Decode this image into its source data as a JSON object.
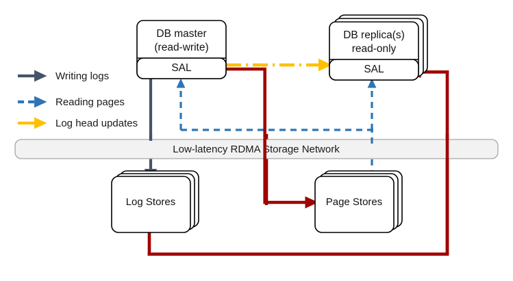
{
  "diagram": {
    "title": "Low-latency RDMA Storage Network architecture",
    "background": "#ffffff"
  },
  "colors": {
    "writing_logs": "#44546A",
    "reading_pages": "#2E75B6",
    "log_head_updates": "#FFC000",
    "page_flow": "#A00000",
    "box_border": "#000000",
    "box_fill": "#ffffff",
    "network_fill": "#F2F2F2",
    "network_border": "#A6A6A6",
    "text": "#1a1a1a"
  },
  "legend": {
    "name": "legend",
    "items": [
      {
        "label": "Writing logs",
        "color": "#44546A",
        "style": "solid",
        "icon": "arrow-right-icon"
      },
      {
        "label": "Reading pages",
        "color": "#2E75B6",
        "style": "dashed",
        "icon": "arrow-right-icon"
      },
      {
        "label": "Log head updates",
        "color": "#FFC000",
        "style": "solid",
        "icon": "arrow-right-icon"
      }
    ]
  },
  "nodes": {
    "db_master": {
      "line1": "DB master",
      "line2": "(read-write)",
      "sal_label": "SAL",
      "stacked": false
    },
    "db_replica": {
      "line1": "DB replica(s)",
      "line2": "read-only",
      "sal_label": "SAL",
      "stacked": true,
      "stack_count": 3
    },
    "log_stores": {
      "label": "Log Stores",
      "stacked": true,
      "stack_count": 3
    },
    "page_stores": {
      "label": "Page Stores",
      "stacked": true,
      "stack_count": 3
    },
    "network_bar": {
      "label": "Low-latency RDMA Storage Network"
    }
  },
  "edges": [
    {
      "name": "master-sal-to-log-stores",
      "from": "db_master.sal",
      "to": "log_stores",
      "color": "#44546A",
      "style": "solid",
      "kind": "writing-logs"
    },
    {
      "name": "log-stores-to-master-sal",
      "from": "log_stores",
      "to": "db_master.sal",
      "color": "#2E75B6",
      "style": "dashed",
      "kind": "reading-pages"
    },
    {
      "name": "page-stores-to-replica-sal",
      "from": "page_stores",
      "to": "db_replica.sal",
      "color": "#2E75B6",
      "style": "dashed",
      "kind": "reading-pages"
    },
    {
      "name": "master-sal-to-replica-sal",
      "from": "db_master.sal",
      "to": "db_replica.sal",
      "color": "#FFC000",
      "style": "dash-dot",
      "kind": "log-head-updates"
    },
    {
      "name": "master-sal-to-page-stores",
      "from": "db_master.sal",
      "to": "page_stores",
      "color": "#A00000",
      "style": "solid",
      "kind": "page-flow"
    },
    {
      "name": "log-stores-to-replica-sal",
      "from": "log_stores",
      "to": "db_replica.sal",
      "color": "#A00000",
      "style": "solid",
      "kind": "page-flow"
    }
  ]
}
